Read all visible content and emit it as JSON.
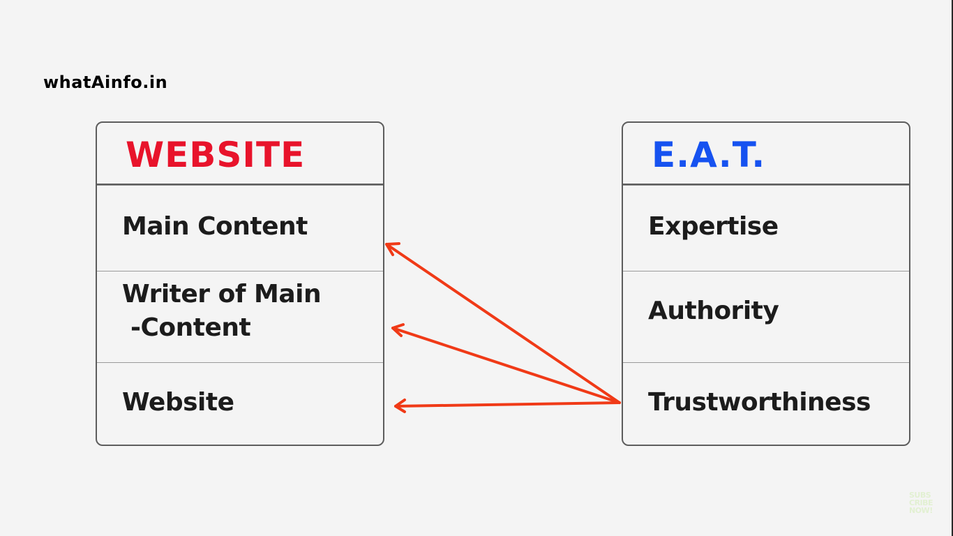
{
  "brand": "whatAinfo.in",
  "website_box": {
    "title": "WEBSITE",
    "title_color": "#e8132b",
    "items": [
      "Main Content",
      "Writer of Main\n -Content",
      "Website"
    ]
  },
  "eat_box": {
    "title": "E.A.T.",
    "title_color": "#1652f0",
    "items": [
      "Expertise",
      "Authority",
      "Trustworthiness"
    ]
  },
  "arrow_color": "#f03a17",
  "connections": [
    {
      "from": "Trustworthiness",
      "to": "Main Content"
    },
    {
      "from": "Trustworthiness",
      "to": "Writer of Main -Content"
    },
    {
      "from": "Trustworthiness",
      "to": "Website"
    }
  ],
  "watermark": [
    "SUBS",
    "CRIBE",
    "NOW!"
  ]
}
